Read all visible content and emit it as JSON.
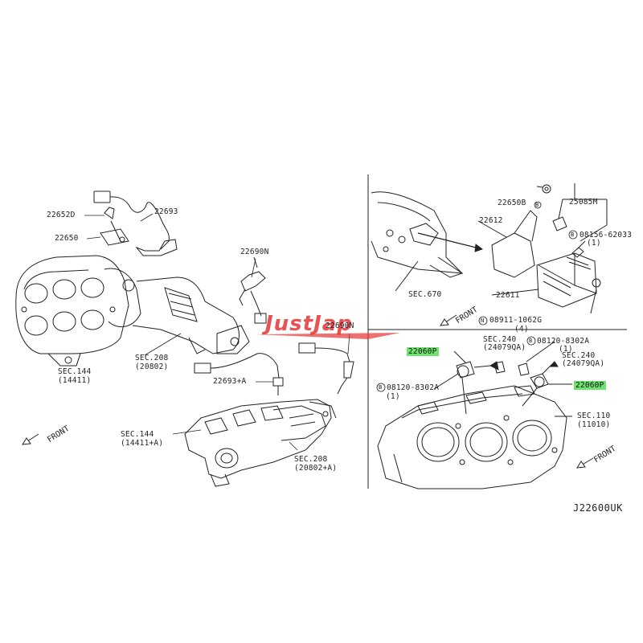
{
  "watermark": "JustJap",
  "diagram_code": "J22600UK",
  "left": {
    "labels": {
      "p22652D": "22652D",
      "p22693": "22693",
      "p22650": "22650",
      "p22690N_a": "22690N",
      "p22690N_b": "22690N",
      "p22693A": "22693+A",
      "sec144_a": "SEC.144",
      "sec144_a_sub": "(14411)",
      "sec208_a": "SEC.208",
      "sec208_a_sub": "(20802)",
      "sec144_b": "SEC.144",
      "sec144_b_sub": "(14411+A)",
      "sec208_b": "SEC.208",
      "sec208_b_sub": "(20802+A)",
      "front": "FRONT"
    }
  },
  "top_right": {
    "labels": {
      "p22650B": "22650B",
      "p25085M": "25085M",
      "p08156": "08156-62033",
      "p08156_qty": "(1)",
      "p22612": "22612",
      "p22611": "22611",
      "sec670": "SEC.670",
      "p08911": "08911-1062G",
      "p08911_qty": "(4)",
      "front": "FRONT"
    }
  },
  "bottom_right": {
    "labels": {
      "p22060P_a": "22060P",
      "p22060P_b": "22060P",
      "sec240_a": "SEC.240",
      "sec240_a_sub": "(24079QA)",
      "sec240_b": "SEC.240",
      "sec240_b_sub": "(24079QA)",
      "p08120_a": "08120-8302A",
      "p08120_a_qty": "(1)",
      "p08120_b": "08120-8302A",
      "p08120_b_qty": "(1)",
      "sec110": "SEC.110",
      "sec110_sub": "(11010)",
      "front": "FRONT"
    },
    "highlight_color": "#6fe36f"
  },
  "colors": {
    "line": "#222222",
    "watermark": "#e53535"
  }
}
